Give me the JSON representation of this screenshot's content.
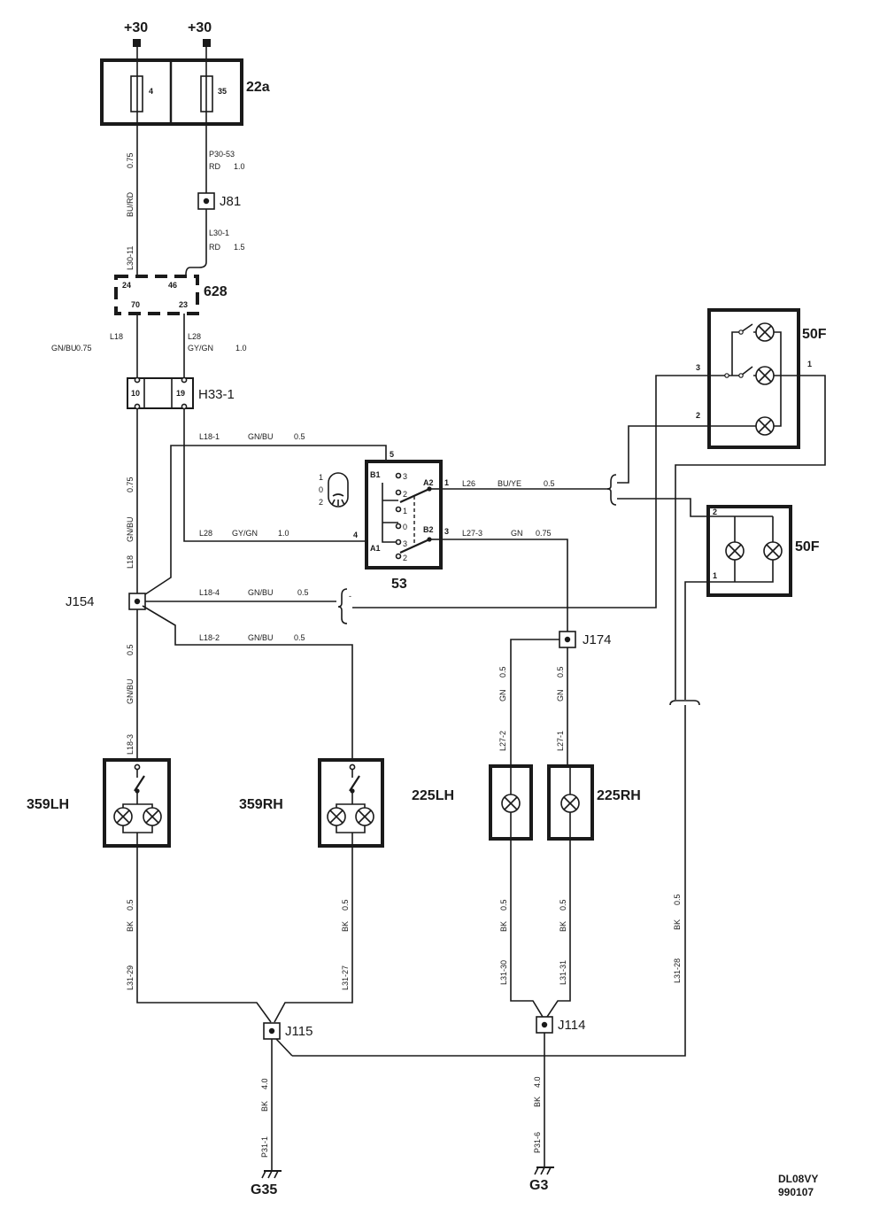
{
  "supply": {
    "left": "+30",
    "right": "+30"
  },
  "fusebox": {
    "id": "22a",
    "fuse_left": "4",
    "fuse_right": "35"
  },
  "wires": {
    "fuse4": {
      "size": "0.75",
      "color": "BU/RD",
      "id": "L30-11"
    },
    "fuse35": {
      "id": "P30-53",
      "color": "RD",
      "size": "1.0"
    },
    "j81_out": {
      "id": "L30-1",
      "color": "RD",
      "size": "1.5"
    },
    "l18": {
      "id": "L18",
      "color": "GN/BU",
      "size": "0.75"
    },
    "l28": {
      "id": "L28",
      "color": "GY/GN",
      "size": "1.0"
    },
    "l18_1": {
      "id": "L18-1",
      "color": "GN/BU",
      "size": "0.5"
    },
    "l28_sw": {
      "id": "L28",
      "color": "GY/GN",
      "size": "1.0"
    },
    "l26": {
      "id": "L26",
      "color": "BU/YE",
      "size": "0.5"
    },
    "l27_3": {
      "id": "L27-3",
      "color": "GN",
      "size": "0.75"
    },
    "h33_down": {
      "size": "0.75",
      "color": "GN/BU",
      "id": "L18"
    },
    "l18_4": {
      "id": "L18-4",
      "color": "GN/BU",
      "size": "0.5"
    },
    "l18_2": {
      "id": "L18-2",
      "color": "GN/BU",
      "size": "0.5"
    },
    "l18_3": {
      "size": "0.5",
      "color": "GN/BU",
      "id": "L18-3"
    },
    "l27_2": {
      "size": "0.5",
      "color": "GN",
      "id": "L27-2"
    },
    "l27_1": {
      "size": "0.5",
      "color": "GN",
      "id": "L27-1"
    },
    "l31_29": {
      "size": "0.5",
      "color": "BK",
      "id": "L31-29"
    },
    "l31_27": {
      "size": "0.5",
      "color": "BK",
      "id": "L31-27"
    },
    "l31_30": {
      "size": "0.5",
      "color": "BK",
      "id": "L31-30"
    },
    "l31_31": {
      "size": "0.5",
      "color": "BK",
      "id": "L31-31"
    },
    "l31_28": {
      "size": "0.5",
      "color": "BK",
      "id": "L31-28"
    },
    "p31_1": {
      "size": "4.0",
      "color": "BK",
      "id": "P31-1"
    },
    "p31_6": {
      "size": "4.0",
      "color": "BK",
      "id": "P31-6"
    }
  },
  "connectors": {
    "c628": {
      "id": "628",
      "pin_tl": "24",
      "pin_tr": "46",
      "pin_bl": "70",
      "pin_br": "23"
    },
    "h33": {
      "id": "H33-1",
      "pin_left": "10",
      "pin_right": "19"
    }
  },
  "junctions": {
    "j81": "J81",
    "j154": "J154",
    "j174": "J174",
    "j115": "J115",
    "j114": "J114"
  },
  "switch53": {
    "id": "53",
    "pin5": "5",
    "pin4": "4",
    "pin1": "1",
    "pin3": "3",
    "b1": "B1",
    "a1": "A1",
    "a2": "A2",
    "b2": "B2",
    "c3": "3",
    "c2": "2",
    "c1": "1",
    "c0": "0",
    "d3": "3",
    "d2": "2",
    "scale_1": "1",
    "scale_0": "0",
    "scale_2": "2"
  },
  "components": {
    "f50_top": {
      "id": "50F",
      "pin3": "3",
      "pin2": "2",
      "pin1": "1"
    },
    "f50_bottom": {
      "id": "50F",
      "pin2": "2",
      "pin1": "1"
    },
    "lh359": "359LH",
    "rh359": "359RH",
    "lh225": "225LH",
    "rh225": "225RH"
  },
  "grounds": {
    "g35": "G35",
    "g3": "G3"
  },
  "misc": {
    "dash_mark": "-"
  },
  "footer": {
    "code": "DL08VY",
    "date": "990107"
  }
}
